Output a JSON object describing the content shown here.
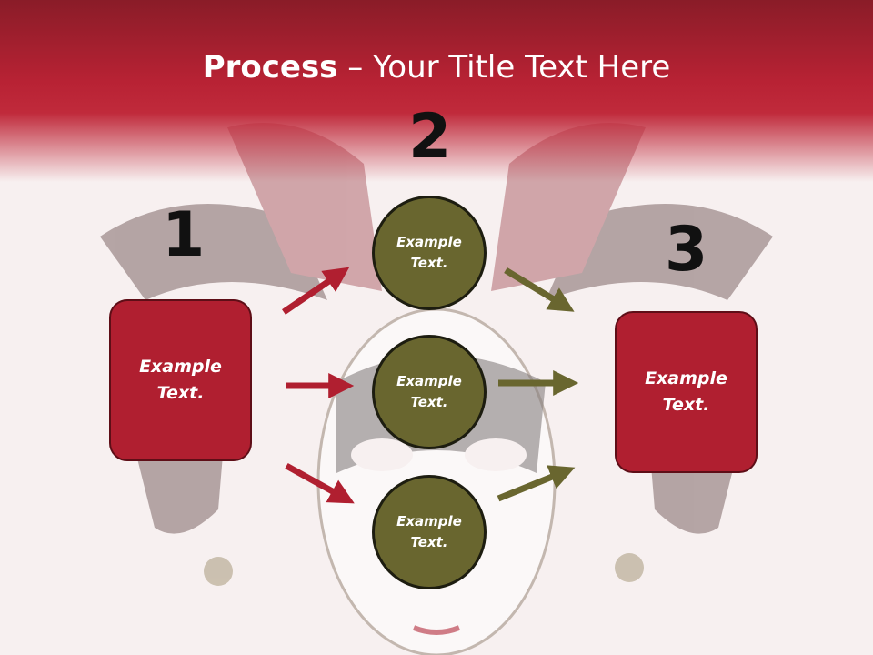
{
  "slide": {
    "title_bold": "Process",
    "title_rest": " – Your Title Text Here",
    "step_numbers": [
      "1",
      "2",
      "3"
    ],
    "left_box": "Example\nText.",
    "right_box": "Example\nText.",
    "circles": [
      "Example\nText.",
      "Example\nText.",
      "Example\nText."
    ]
  },
  "colors": {
    "header_red": "#b82234",
    "box_red": "#b01f30",
    "circle_olive": "#69662f",
    "arrow_red": "#b01f30",
    "arrow_olive": "#69662f"
  }
}
